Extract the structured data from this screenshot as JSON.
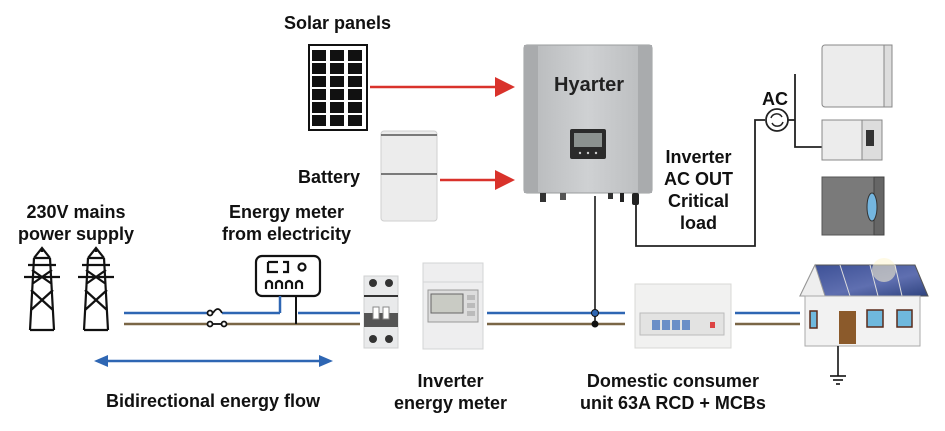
{
  "labels": {
    "solar_panels": "Solar panels",
    "battery": "Battery",
    "mains_line1": "230V mains",
    "mains_line2": "power supply",
    "energy_meter_line1": "Energy meter",
    "energy_meter_line2": "from electricity",
    "inverter_brand": "Hyarter",
    "ac": "AC",
    "ac_out_line1": "Inverter",
    "ac_out_line2": "AC OUT",
    "ac_out_line3": "Critical",
    "ac_out_line4": "load",
    "inv_meter_line1": "Inverter",
    "inv_meter_line2": "energy meter",
    "consumer_line1": "Domestic consumer",
    "consumer_line2": "unit 63A RCD + MCBs",
    "bidirectional": "Bidirectional energy flow"
  },
  "colors": {
    "dc_arrow": "#d9322b",
    "live_wire": "#2e66b3",
    "neutral_wire": "#7a6646",
    "bidirectional_arrow": "#2e66b3",
    "inverter_body": "#c4c6c8",
    "roof_panel": "#3b4f8f",
    "door": "#8b5a2b"
  },
  "icons": [
    "pylon-icon",
    "energy-meter-icon",
    "solar-panel-icon",
    "battery-icon",
    "inverter-icon",
    "ac-source-icon",
    "appliance-icon",
    "breaker-icon",
    "digital-meter-icon",
    "consumer-unit-icon",
    "house-icon",
    "ground-icon",
    "switch-icon"
  ]
}
